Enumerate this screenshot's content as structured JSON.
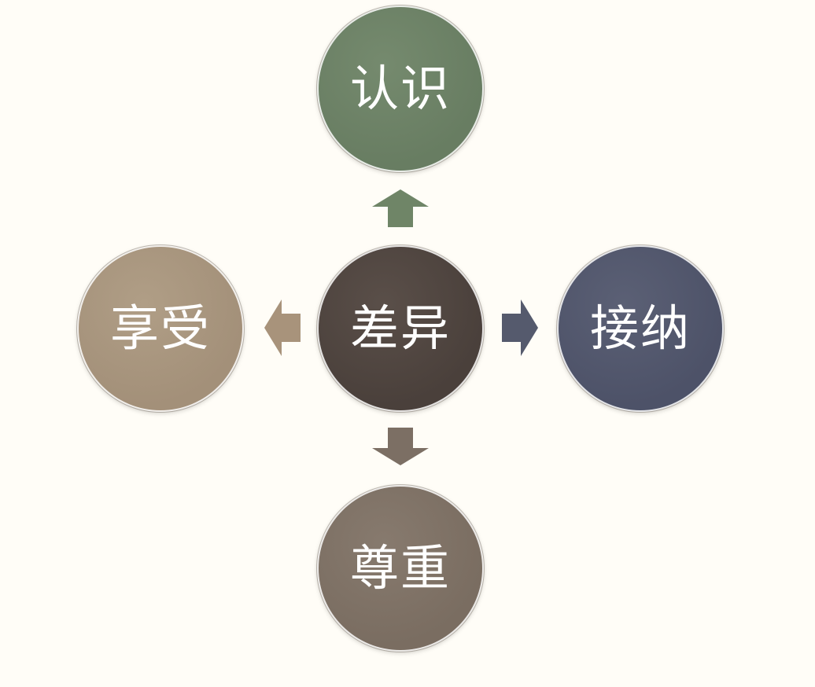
{
  "diagram": {
    "center": {
      "label": "差异",
      "color": "#4a403b"
    },
    "nodes": [
      {
        "id": "top",
        "label": "认识",
        "color": "#687d62"
      },
      {
        "id": "right",
        "label": "接纳",
        "color": "#4d5268"
      },
      {
        "id": "bottom",
        "label": "尊重",
        "color": "#7a6d61"
      },
      {
        "id": "left",
        "label": "享受",
        "color": "#a39079"
      }
    ],
    "arrows": [
      {
        "direction": "up",
        "color": "#6f8567"
      },
      {
        "direction": "right",
        "color": "#555a6d"
      },
      {
        "direction": "down",
        "color": "#7c6f64"
      },
      {
        "direction": "left",
        "color": "#a8937b"
      }
    ]
  }
}
